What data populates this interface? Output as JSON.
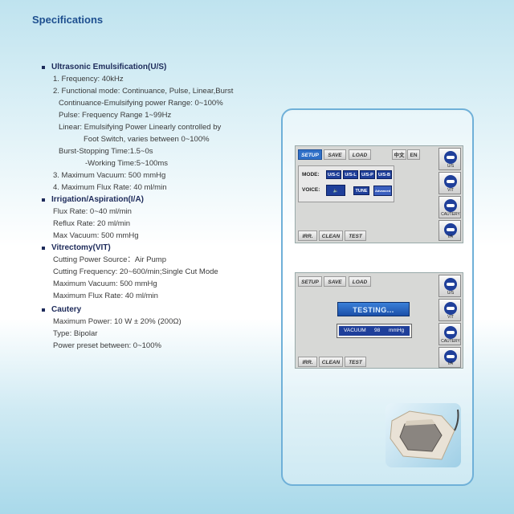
{
  "title": "Specifications",
  "specs": {
    "us": {
      "heading": "Ultrasonic Emulsification(U/S)",
      "lines": [
        "1. Frequency: 40kHz",
        "2. Functional mode: Continuance, Pulse, Linear,Burst",
        "Continuance-Emulsifying power Range: 0~100%",
        "Pulse: Frequency Range 1~99Hz",
        "Linear: Emulsifying Power Linearly controlled by",
        "Foot Switch, varies between 0~100%",
        "Burst-Stopping Time:1.5~0s",
        "-Working Time:5~100ms",
        "3. Maximum Vacuum: 500 mmHg",
        "4. Maximum Flux Rate: 40 ml/min"
      ]
    },
    "ia": {
      "heading": "Irrigation/Aspiration(I/A)",
      "lines": [
        "Flux Rate: 0~40 ml/min",
        "Reflux Rate: 20 ml/min",
        "Max Vacuum: 500 mmHg"
      ]
    },
    "vit": {
      "heading": "Vitrectomy(VIT)",
      "lines": [
        "Cutting Power Source：Air Pump",
        "Cutting Frequency: 20~600/min;Single Cut Mode",
        "Maximum Vacuum: 500 mmHg",
        "Maximum Flux Rate: 40 ml/min"
      ]
    },
    "cautery": {
      "heading": "Cautery",
      "lines": [
        "Maximum Power: 10 W ± 20% (200Ω)",
        "Type: Bipolar",
        "Power preset between: 0~100%"
      ]
    }
  },
  "screen1": {
    "top": [
      "SETUP",
      "SAVE",
      "LOAD"
    ],
    "lang": [
      "中文",
      "EN"
    ],
    "mode_label": "MODE:",
    "modes": [
      "U/S-C",
      "U/S-L",
      "U/S-P",
      "U/S-B"
    ],
    "voice_label": "VOICE:",
    "tune": "TUNE",
    "advanced": "Advanced",
    "bottom": [
      "IRR.",
      "CLEAN",
      "TEST"
    ]
  },
  "screen2": {
    "top": [
      "SETUP",
      "SAVE",
      "LOAD"
    ],
    "testing": "TESTING...",
    "vacuum_label": "VACUUM",
    "vacuum_value": "98",
    "vacuum_unit": "mmHg",
    "bottom": [
      "IRR.",
      "CLEAN",
      "TEST"
    ]
  },
  "side": [
    "U/S",
    "VIT",
    "CAUTERY",
    "I/A"
  ],
  "colors": {
    "title": "#1e4f8f",
    "active": "#2f6fc7",
    "button_blue": "#1f3f9a"
  }
}
